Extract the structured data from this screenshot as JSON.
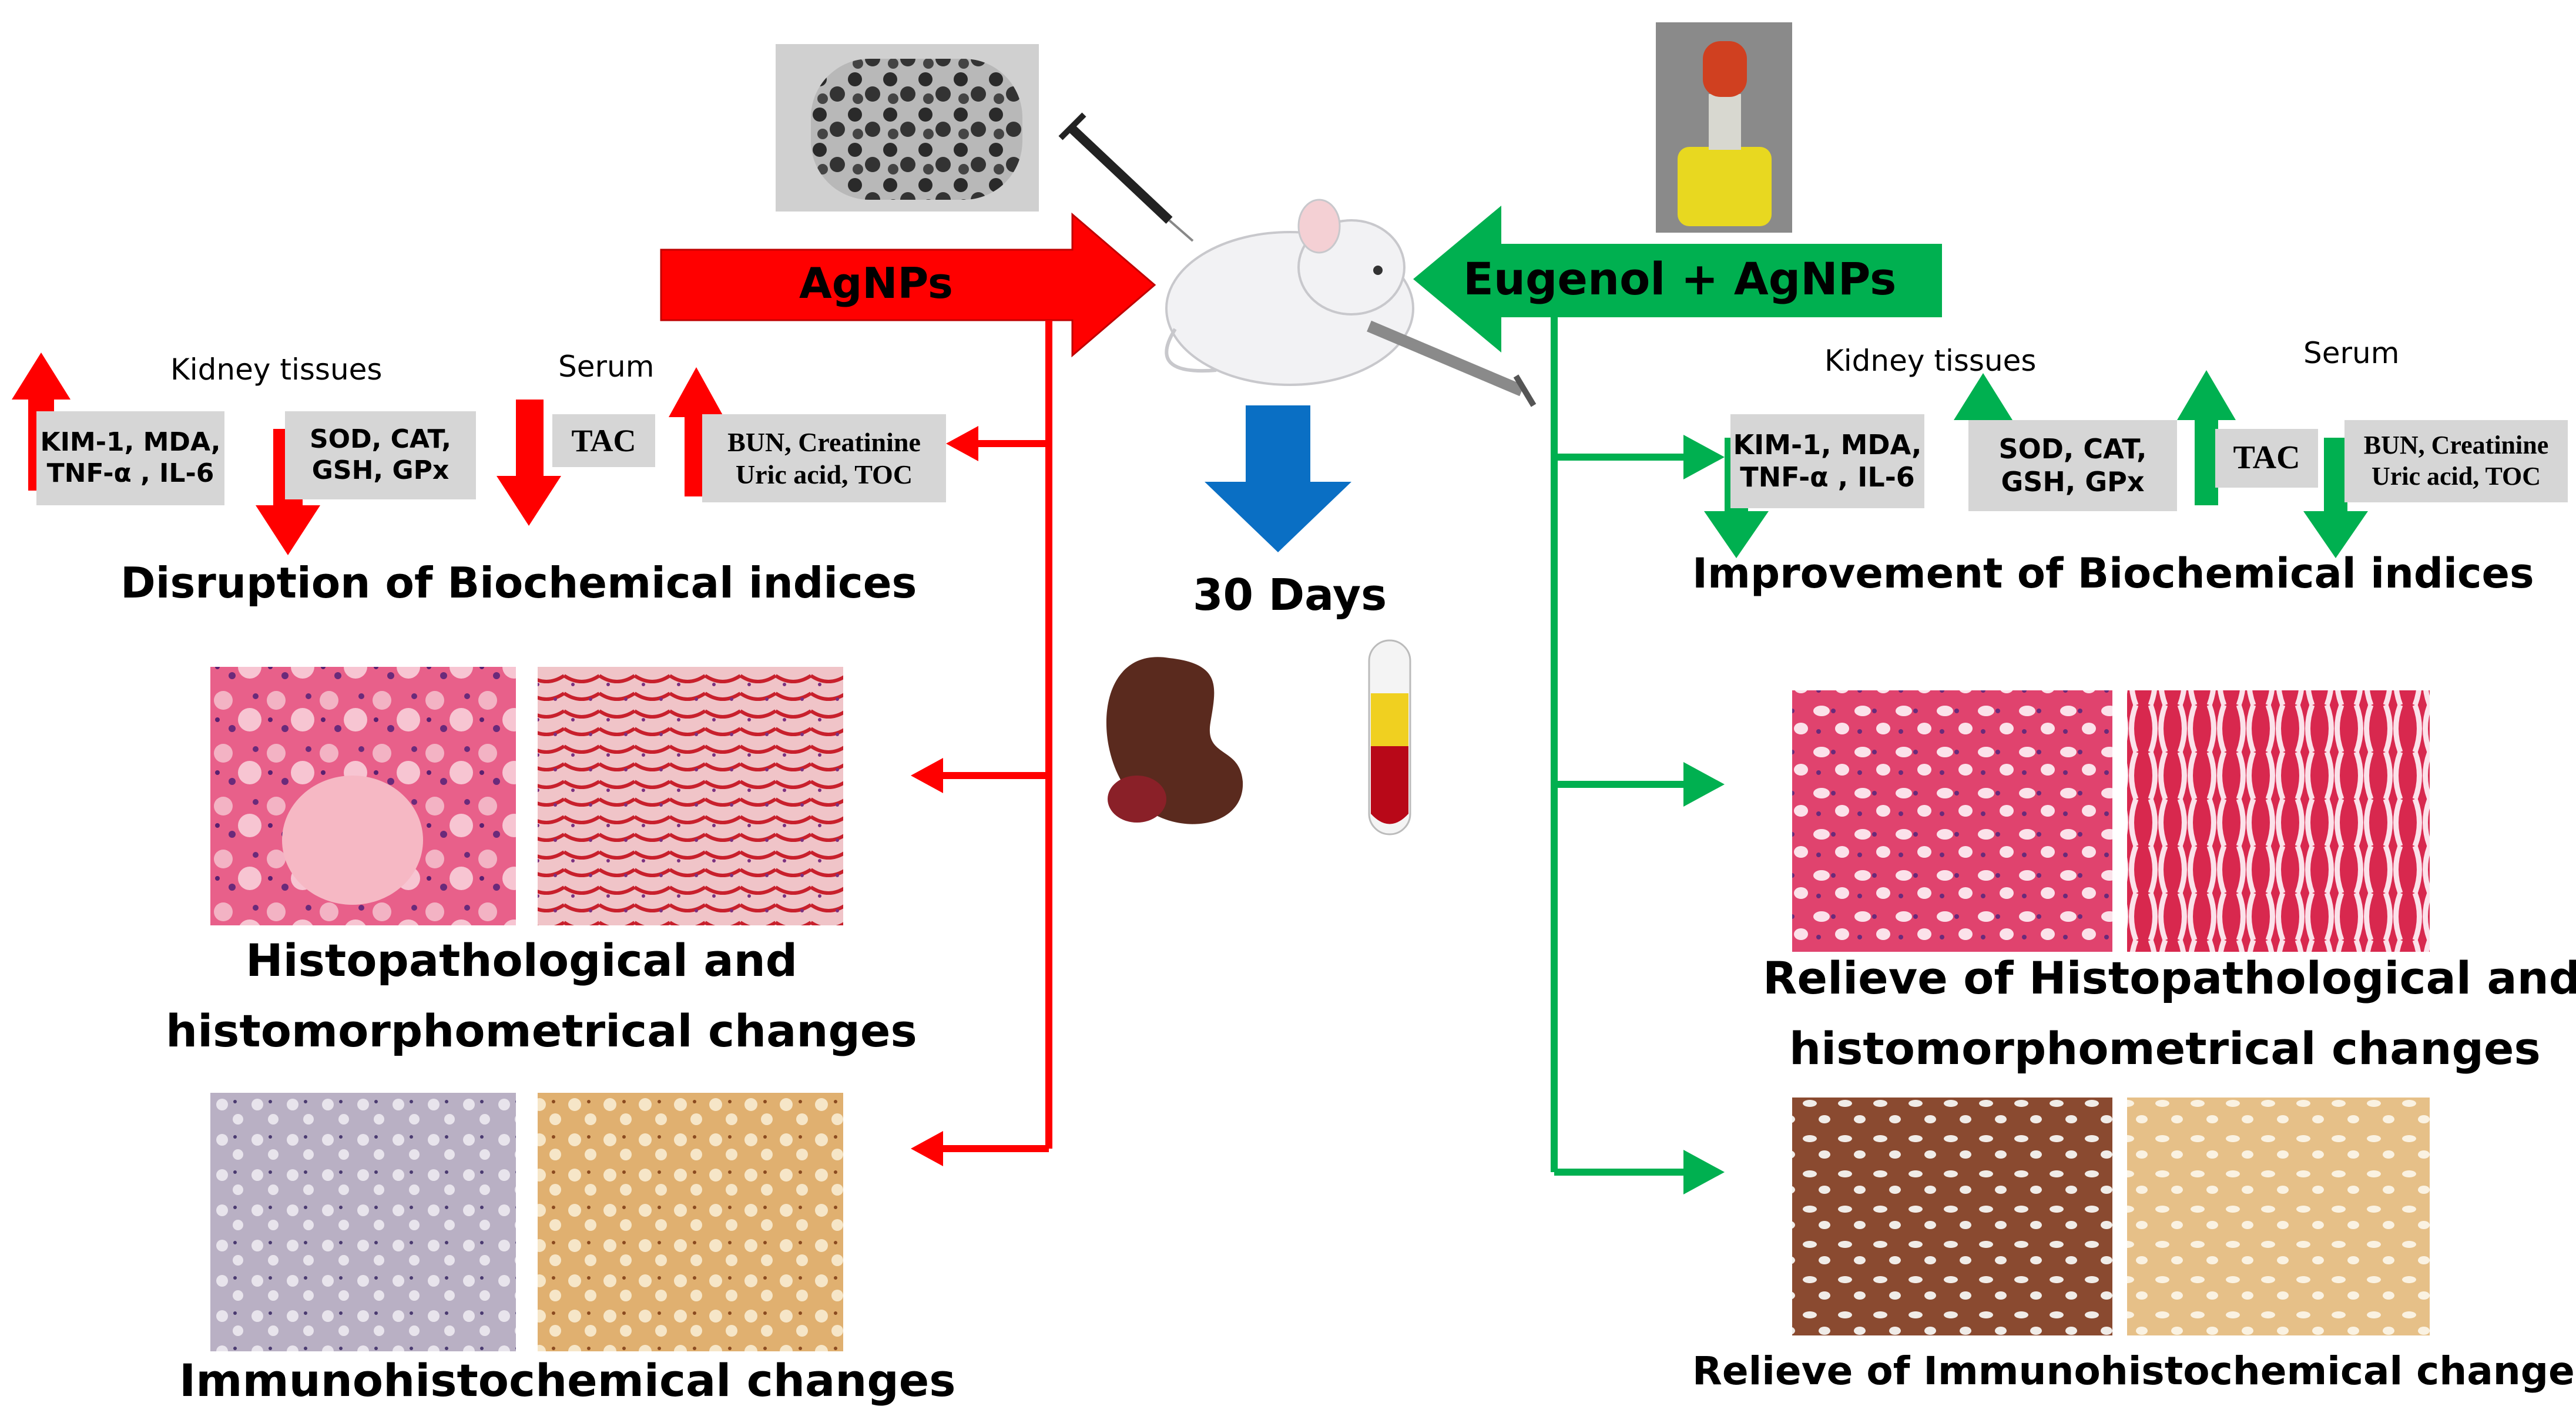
{
  "left_arrow_label": "AgNPs",
  "right_arrow_label": "Eugenol + AgNPs",
  "duration_label": "30 Days",
  "left": {
    "kidney_tissues_label": "Kidney tissues",
    "serum_label": "Serum",
    "box1": [
      "KIM-1, MDA,",
      "TNF-α , IL-6"
    ],
    "box2": [
      "SOD, CAT,",
      "GSH, GPx"
    ],
    "tac": "TAC",
    "box4": [
      "BUN, Creatinine",
      "Uric acid, TOC"
    ],
    "biochem_title": "Disruption of Biochemical indices",
    "histo_title": [
      "Histopathological and",
      "histomorphometrical changes"
    ],
    "immuno_title": "Immunohistochemical changes"
  },
  "right": {
    "kidney_tissues_label": "Kidney tissues",
    "serum_label": "Serum",
    "box1": [
      "KIM-1, MDA,",
      "TNF-α , IL-6"
    ],
    "box2": [
      "SOD, CAT,",
      "GSH, GPx"
    ],
    "tac": "TAC",
    "box4": [
      "BUN, Creatinine",
      "Uric acid, TOC"
    ],
    "biochem_title": "Improvement of Biochemical indices",
    "histo_title": [
      "Relieve of Histopathological and",
      "histomorphometrical changes"
    ],
    "immuno_title": "Relieve of Immunohistochemical changes"
  },
  "colors": {
    "red": "#ff0000",
    "green": "#00b050",
    "blue": "#0a6fc4",
    "box_grey": "#d6d6d6"
  }
}
